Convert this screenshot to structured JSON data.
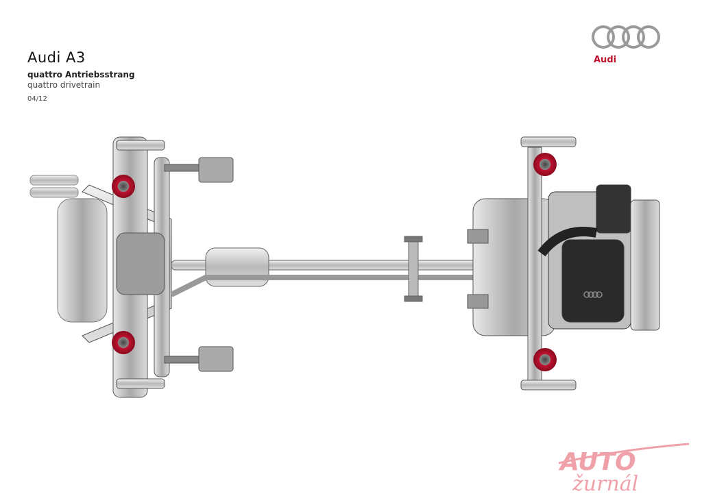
{
  "header": {
    "title": "Audi A3",
    "subtitle_de": "quattro Antriebsstrang",
    "subtitle_en": "quattro drivetrain",
    "date": "04/12"
  },
  "brand": {
    "logo_text": "Audi",
    "accent_color": "#c0112f"
  },
  "watermark": {
    "text": "AUTO žurnál",
    "color": "#f0a0a8"
  }
}
